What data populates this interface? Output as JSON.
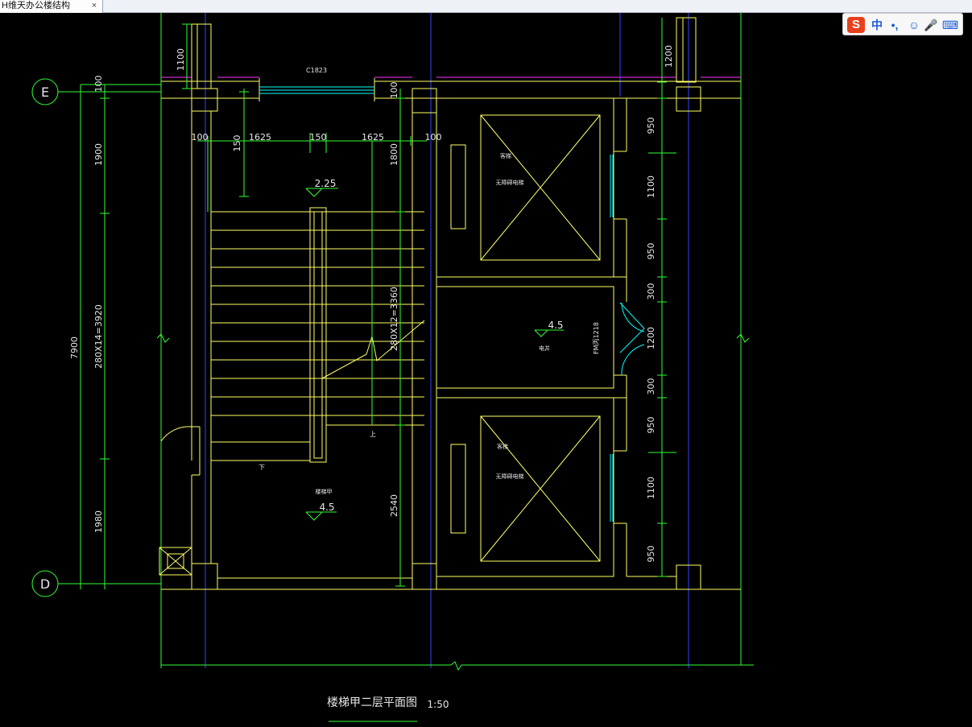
{
  "window": {
    "tab_title": "H维天办公楼结构",
    "tab_close": "×"
  },
  "ime": {
    "logo": "S",
    "lang": "中",
    "punct": "•,",
    "emoji": "☺",
    "voice": "🎤",
    "keyboard": "⌨"
  },
  "colors": {
    "background": "#000000",
    "wall": "#ffff66",
    "dim": "#33ff33",
    "text": "#e6e6e6",
    "axis": "#3344ff",
    "window": "#00ffff",
    "magenta": "#ff33ff"
  },
  "drawing": {
    "title": "楼梯甲二层平面图",
    "scale": "1:50",
    "axis_e": "E",
    "axis_d": "D",
    "window_tag": "C1823",
    "left_dims": {
      "total": "7900",
      "flight": "280X14=3920",
      "top": "1900",
      "bottom": "1980",
      "top_small": "100"
    },
    "top_dims": {
      "d1": "100",
      "d2": "1625",
      "d3": "150",
      "d4": "1625",
      "d5": "100",
      "d6": "1100",
      "d7": "150"
    },
    "stair_dims": {
      "upper": "1800",
      "middle": "280X12=3360",
      "lower": "2540",
      "top_small": "100"
    },
    "right_dims": [
      "1200",
      "950",
      "1100",
      "950",
      "300",
      "1200",
      "300",
      "950",
      "1100",
      "950"
    ],
    "levels": {
      "landing": "2.25",
      "mid": "4.5",
      "floor": "4.5"
    },
    "labels": {
      "lift1_a": "客梯",
      "lift1_b": "无障碍电梯",
      "lift2_a": "客梯",
      "lift2_b": "无障碍电梯",
      "shaft": "电井",
      "door_tag": "FM丙1218",
      "stair_name": "楼梯甲",
      "up": "上",
      "down": "下"
    }
  }
}
